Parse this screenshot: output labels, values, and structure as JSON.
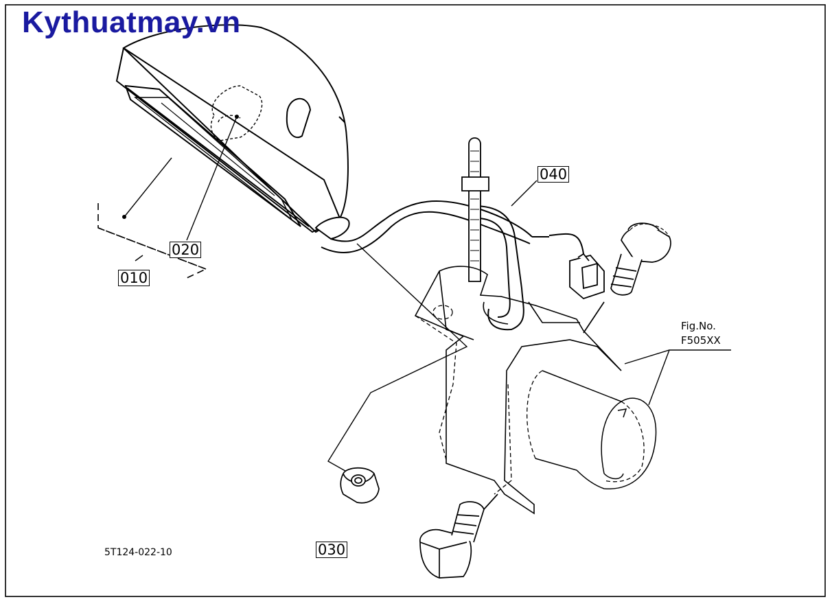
{
  "watermark": "Kythuatmay.vn",
  "diagram_code": "5T124-022-10",
  "fig_reference": {
    "line1": "Fig.No.",
    "line2": "F505XX"
  },
  "callouts": [
    {
      "id": "010",
      "part": "lamp-assembly"
    },
    {
      "id": "020",
      "part": "bulb"
    },
    {
      "id": "030",
      "part": "nut"
    },
    {
      "id": "040",
      "part": "wire-harness"
    }
  ],
  "colors": {
    "watermark": "#1a1aa0",
    "line": "#000000",
    "background": "#ffffff"
  }
}
